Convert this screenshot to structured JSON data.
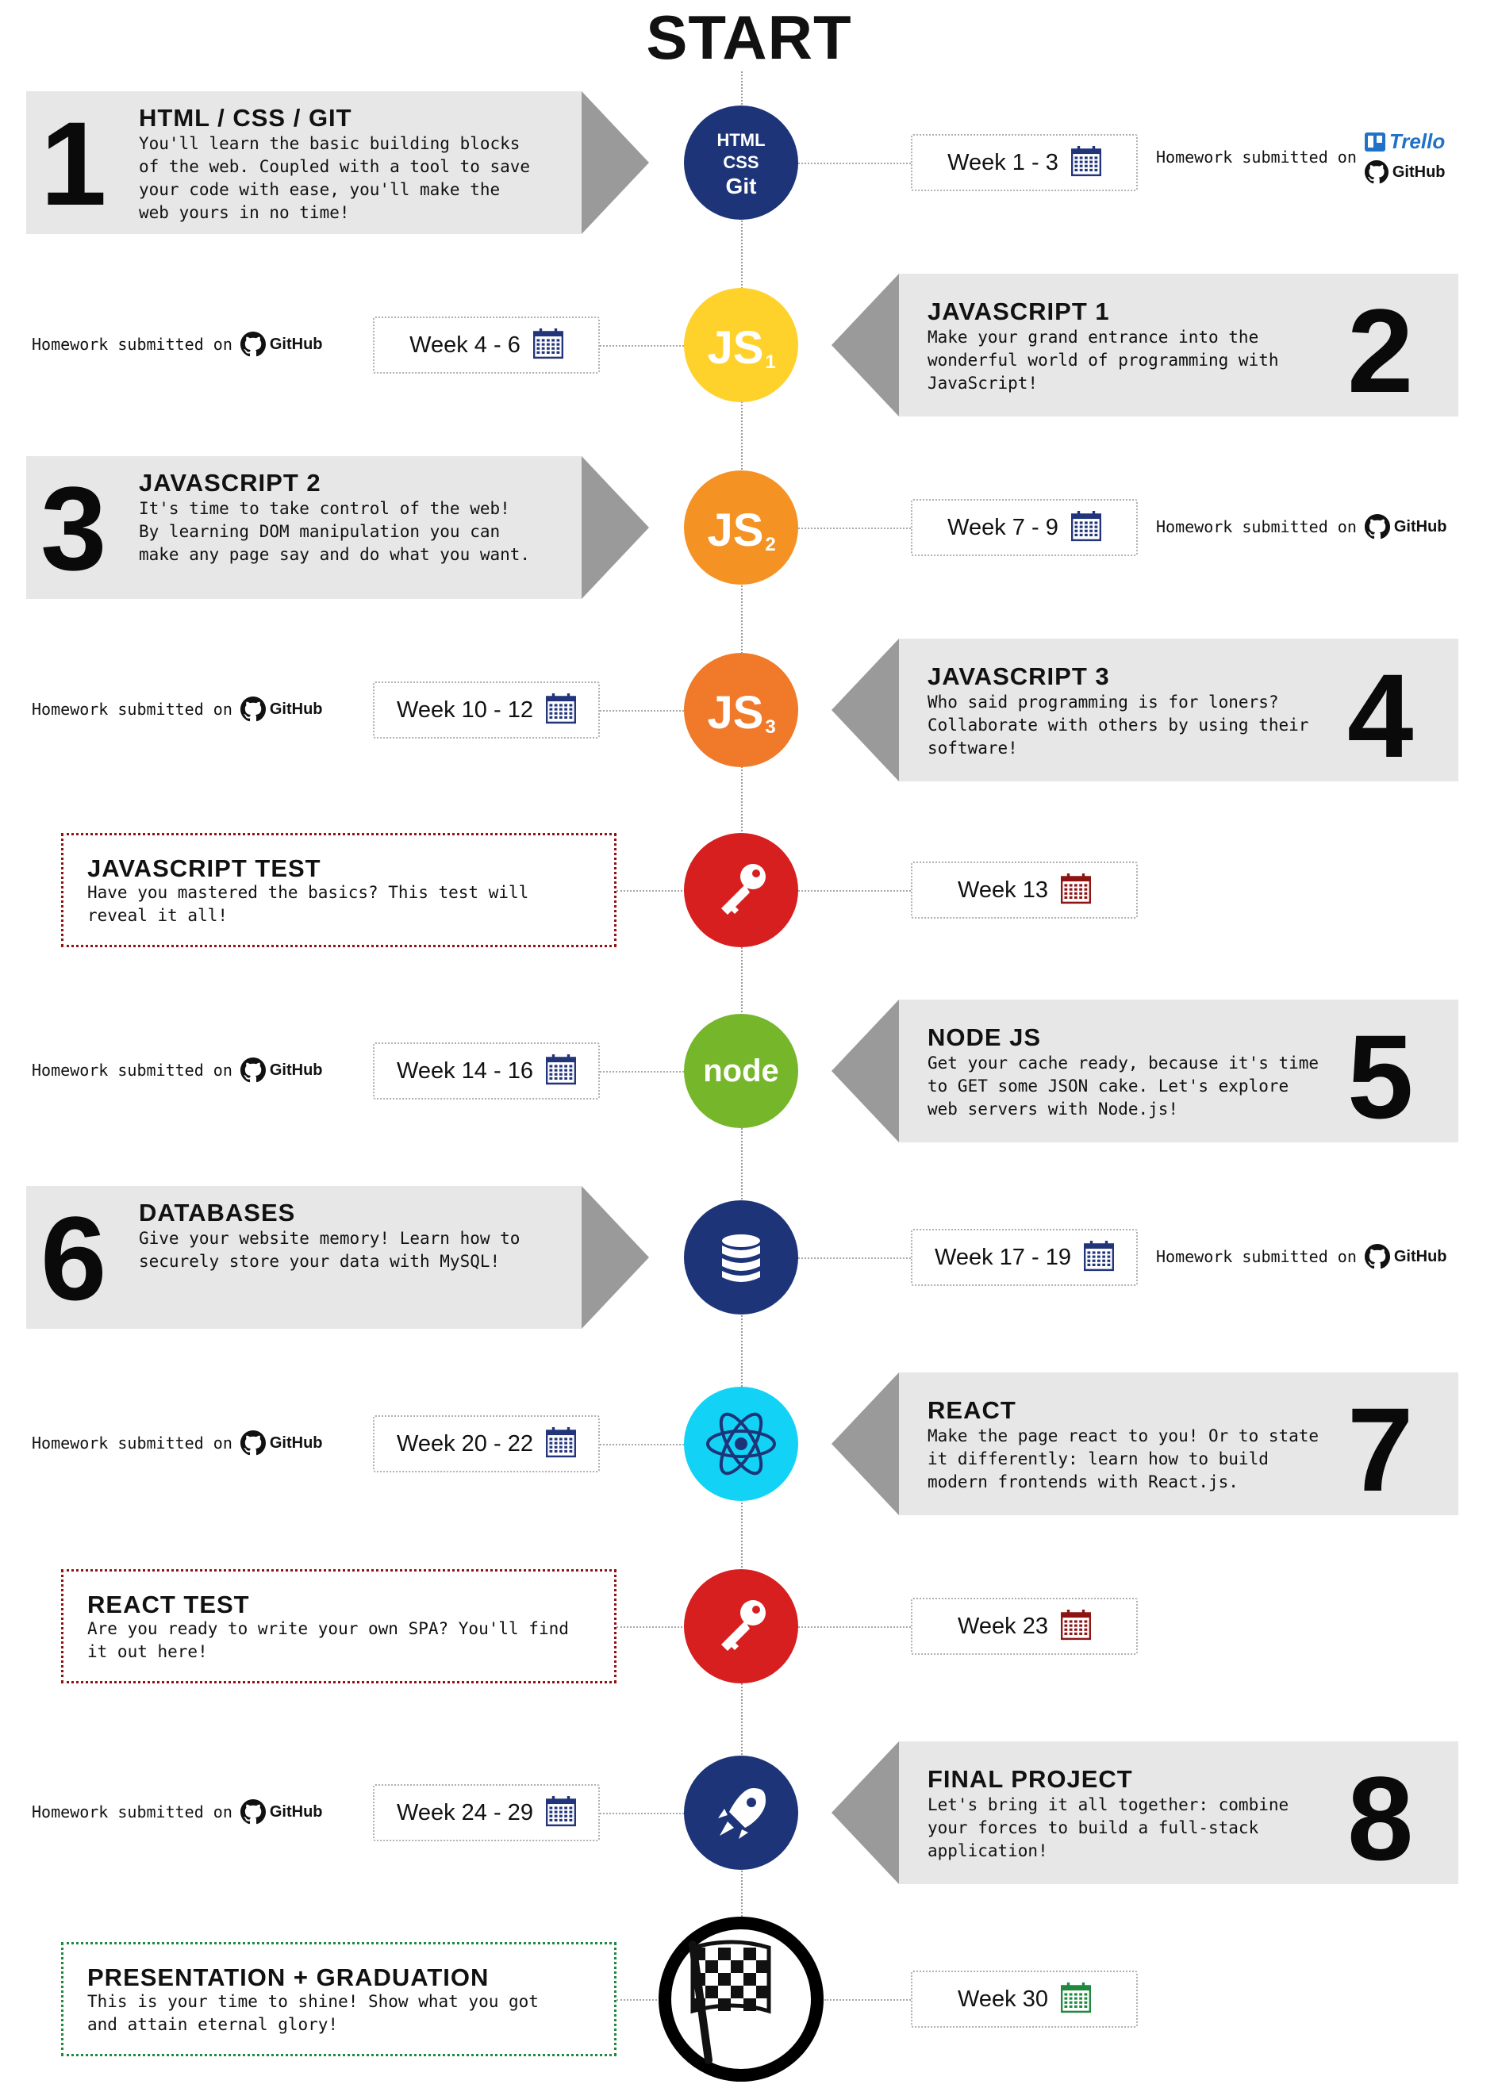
{
  "title": "START",
  "homework_prefix": "Homework submitted on",
  "brands": {
    "github": "GitHub",
    "trello": "Trello"
  },
  "colors": {
    "card_bg": "#e7e7e7",
    "arrow": "#9a9a9a",
    "navy": "#1d3478",
    "js_yellow": "#ffd12b",
    "js_orange_light": "#f59224",
    "js_orange": "#f07a2a",
    "test_red": "#d71f1f",
    "node_green": "#76b62a",
    "react_cyan": "#12d3f5",
    "test_border": "#8e1414",
    "grad_border": "#1f8a3e",
    "calendar_blue": "#22347a",
    "calendar_red": "#8e1414",
    "calendar_green": "#1f8a3e"
  },
  "modules": [
    {
      "number": "1",
      "title": "HTML / CSS / GIT",
      "description": "You'll learn the basic building blocks\nof the web. Coupled with a tool to save\nyour code with ease, you'll make the\nweb yours in no time!",
      "icon": "html-css-git-icon",
      "icon_lines": [
        "HTML",
        "CSS",
        "Git"
      ],
      "week": "Week 1 - 3",
      "homework": [
        "Trello",
        "GitHub"
      ]
    },
    {
      "number": "2",
      "title": "JAVASCRIPT 1",
      "description": "Make your grand entrance into the\nwonderful world of programming with\nJavaScript!",
      "icon": "js-1-icon",
      "icon_lines": [
        "JS",
        "1"
      ],
      "week": "Week 4 - 6",
      "homework": [
        "GitHub"
      ]
    },
    {
      "number": "3",
      "title": "JAVASCRIPT 2",
      "description": "It's time to take control of the web!\nBy learning DOM manipulation you can\nmake any page say and do what you want.",
      "icon": "js-2-icon",
      "icon_lines": [
        "JS",
        "2"
      ],
      "week": "Week 7 - 9",
      "homework": [
        "GitHub"
      ]
    },
    {
      "number": "4",
      "title": "JAVASCRIPT 3",
      "description": "Who said programming is for loners?\nCollaborate with others by using their\nsoftware!",
      "icon": "js-3-icon",
      "icon_lines": [
        "JS",
        "3"
      ],
      "week": "Week 10 - 12",
      "homework": [
        "GitHub"
      ]
    },
    {
      "number": "",
      "title": "JAVASCRIPT TEST",
      "description": "Have you mastered the basics? This test will\nreveal it all!",
      "icon": "key-icon",
      "week": "Week 13",
      "homework": []
    },
    {
      "number": "5",
      "title": "NODE JS",
      "description": "Get your cache ready, because it's time\nto GET some JSON cake. Let's explore\nweb servers with Node.js!",
      "icon": "node-icon",
      "icon_lines": [
        "node"
      ],
      "week": "Week 14 - 16",
      "homework": [
        "GitHub"
      ]
    },
    {
      "number": "6",
      "title": "DATABASES",
      "description": "Give your website memory! Learn how to\nsecurely store your data with MySQL!",
      "icon": "database-icon",
      "week": "Week 17 - 19",
      "homework": [
        "GitHub"
      ]
    },
    {
      "number": "7",
      "title": "REACT",
      "description": "Make the page react to you! Or to state\nit differently: learn how to build\nmodern frontends with React.js.",
      "icon": "react-atom-icon",
      "week": "Week 20 - 22",
      "homework": [
        "GitHub"
      ]
    },
    {
      "number": "",
      "title": "REACT TEST",
      "description": "Are you ready to write your own SPA? You'll find\nit out here!",
      "icon": "key-icon",
      "week": "Week 23",
      "homework": []
    },
    {
      "number": "8",
      "title": "FINAL PROJECT",
      "description": "Let's bring it all together: combine\nyour forces to build a full-stack\napplication!",
      "icon": "rocket-icon",
      "week": "Week 24 - 29",
      "homework": [
        "GitHub"
      ]
    },
    {
      "number": "",
      "title": "PRESENTATION + GRADUATION",
      "description": "This is your time to shine! Show what you got\nand attain eternal glory!",
      "icon": "checkered-flag-icon",
      "week": "Week 30",
      "homework": []
    }
  ]
}
